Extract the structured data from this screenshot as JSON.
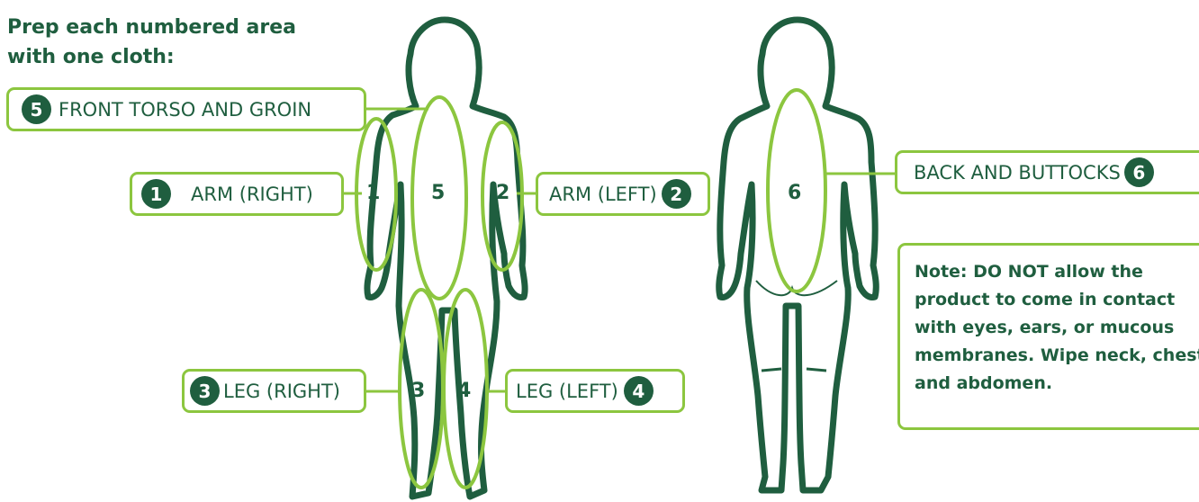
{
  "intro": {
    "line1": "Prep each numbered area",
    "line2": "with one cloth:"
  },
  "labels": [
    {
      "number": "5",
      "text": "FRONT TORSO AND GROIN"
    },
    {
      "number": "1",
      "text": "ARM (RIGHT)"
    },
    {
      "number": "2",
      "text": "ARM (LEFT)"
    },
    {
      "number": "3",
      "text": "LEG (RIGHT)"
    },
    {
      "number": "4",
      "text": "LEG (LEFT)"
    },
    {
      "number": "6",
      "text": "BACK AND BUTTOCKS"
    }
  ],
  "body_numbers": {
    "arm_right": "1",
    "front_torso": "5",
    "arm_left": "2",
    "leg_right": "3",
    "leg_left": "4",
    "back": "6"
  },
  "note": {
    "lines": [
      "Note: DO NOT allow the",
      "product to come in contact",
      "with eyes, ears, or mucous",
      "membranes. Wipe neck, chest,",
      "and abdomen."
    ]
  },
  "colors": {
    "body_outline": "#1f5e3f",
    "highlight": "#8cc63f",
    "text": "#1f5e3f"
  }
}
